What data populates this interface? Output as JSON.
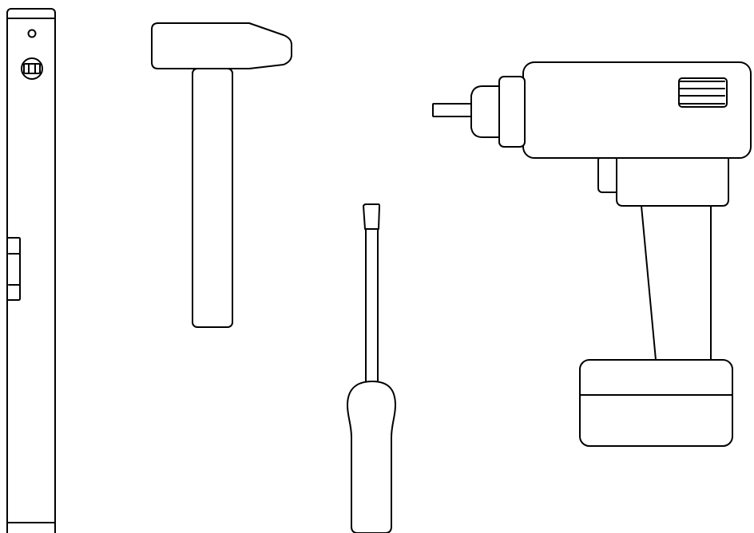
{
  "canvas": {
    "background": "#ffffff",
    "line_color": "#000000"
  },
  "tools": [
    {
      "id": "spirit-level",
      "icon": "spirit-level-icon"
    },
    {
      "id": "hammer",
      "icon": "hammer-icon"
    },
    {
      "id": "screwdriver",
      "icon": "screwdriver-icon"
    },
    {
      "id": "cordless-drill",
      "icon": "cordless-drill-icon"
    }
  ]
}
